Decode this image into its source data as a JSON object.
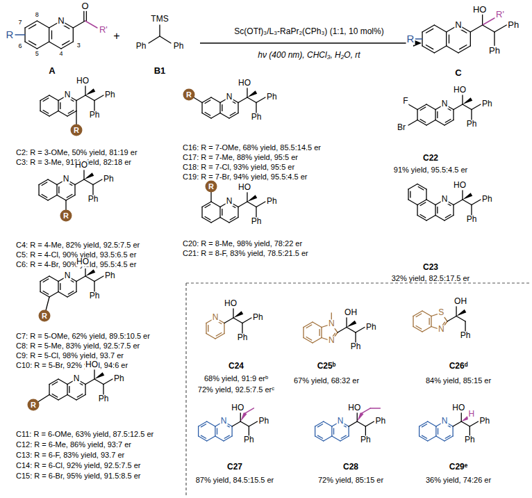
{
  "diagram": {
    "nodes": [
      {
        "text": [
          "R"
        ]
      },
      {
        "text": [
          "R"
        ]
      },
      {
        "text": [
          "R"
        ]
      },
      {
        "text": [
          "R"
        ]
      },
      {
        "text": [
          "R"
        ]
      },
      {
        "text": [
          "R"
        ]
      }
    ],
    "labels": [
      "N",
      "O",
      "R'",
      "R",
      "7",
      "8",
      "6",
      "5",
      "4",
      "3",
      "A",
      "+",
      "TMS",
      "Ph",
      "Ph",
      "B1",
      "Sc(OTf)₃/L₃-RaPr₂(CPh₃) (1:1, 10 mol%)",
      "hν (400 nm), CHCl₃, H₂O, rt",
      "N",
      "HO",
      "R'",
      "Ph",
      "Ph",
      "R",
      "C",
      "N",
      "HO",
      "Ph",
      "Ph",
      "C2: R = 3-OMe, 50% yield, 81:19 er",
      "C3: R = 3-Me, 91% yield, 82:18 er",
      "N",
      "HO",
      "Ph",
      "Ph",
      "C4: R = 4-Me, 82% yield, 92.5:7.5 er",
      "C5: R = 4-Cl, 90% yield, 93.5:6.5 er",
      "C6: R = 4-Br, 90% yield, 95.5:4.5 er",
      "N",
      "HO",
      "Ph",
      "Ph",
      "C7: R = 5-OMe, 62% yield, 89.5:10.5 er",
      "C8: R = 5-Me, 83% yield, 92.5:7.5 er",
      "C9: R = 5-Cl, 98% yield, 93.7 er",
      "C10: R = 5-Br, 92% yield, 94:6 er",
      "N",
      "HO",
      "Ph",
      "Ph",
      "C11: R = 6-OMe, 63% yield, 87.5:12.5 er",
      "C12: R = 6-Me, 86% yield, 93:7 er",
      "C13: R = 6-F, 83% yield, 93.7 er",
      "C14: R = 6-Cl, 92% yield, 92.5:7.5 er",
      "C15: R = 6-Br, 95% yield, 91.5:8.5 er",
      "N",
      "HO",
      "Ph",
      "Ph",
      "C16: R = 7-OMe, 68% yield, 85.5:14.5 er",
      "C17: R = 7-Me, 88% yield, 95:5 er",
      "C18: R = 7-Cl, 93% yield, 95:5 er",
      "C19: R = 7-Br, 94% yield, 95.5:4.5 er",
      "N",
      "HO",
      "Ph",
      "Ph",
      "C20: R = 8-Me, 98% yield, 78:22 er",
      "C21: R = 8-F, 83% yield, 78.5:21.5 er",
      "N",
      "HO",
      "Ph",
      "Ph",
      "F",
      "Br",
      "C22",
      "91% yield, 95.5:4.5 er",
      "N",
      "HO",
      "Ph",
      "Ph",
      "C23",
      "32% yield, 82.5:17.5 er",
      "N",
      "HO",
      "Ph",
      "Ph",
      "C24",
      "68% yield, 91:9 erᵇ",
      "72% yield, 92.5:7.5 erᶜ",
      "N",
      "N",
      "OH",
      "Ph",
      "Ph",
      "C25ᵇ",
      "67% yield, 68:32 er",
      "S",
      "N",
      "OH",
      "Ph",
      "C26ᵈ",
      "84% yield, 85:15 er",
      "N",
      "HO",
      "Ph",
      "Ph",
      "C27",
      "87% yield, 84.5:15.5 er",
      "N",
      "HO",
      "Ph",
      "Ph",
      "C28",
      "72% yield, 85:15 er",
      "N",
      "HO",
      "H",
      "Ph",
      "Ph",
      "C29ᵉ",
      "36% yield, 74:26 er"
    ]
  }
}
